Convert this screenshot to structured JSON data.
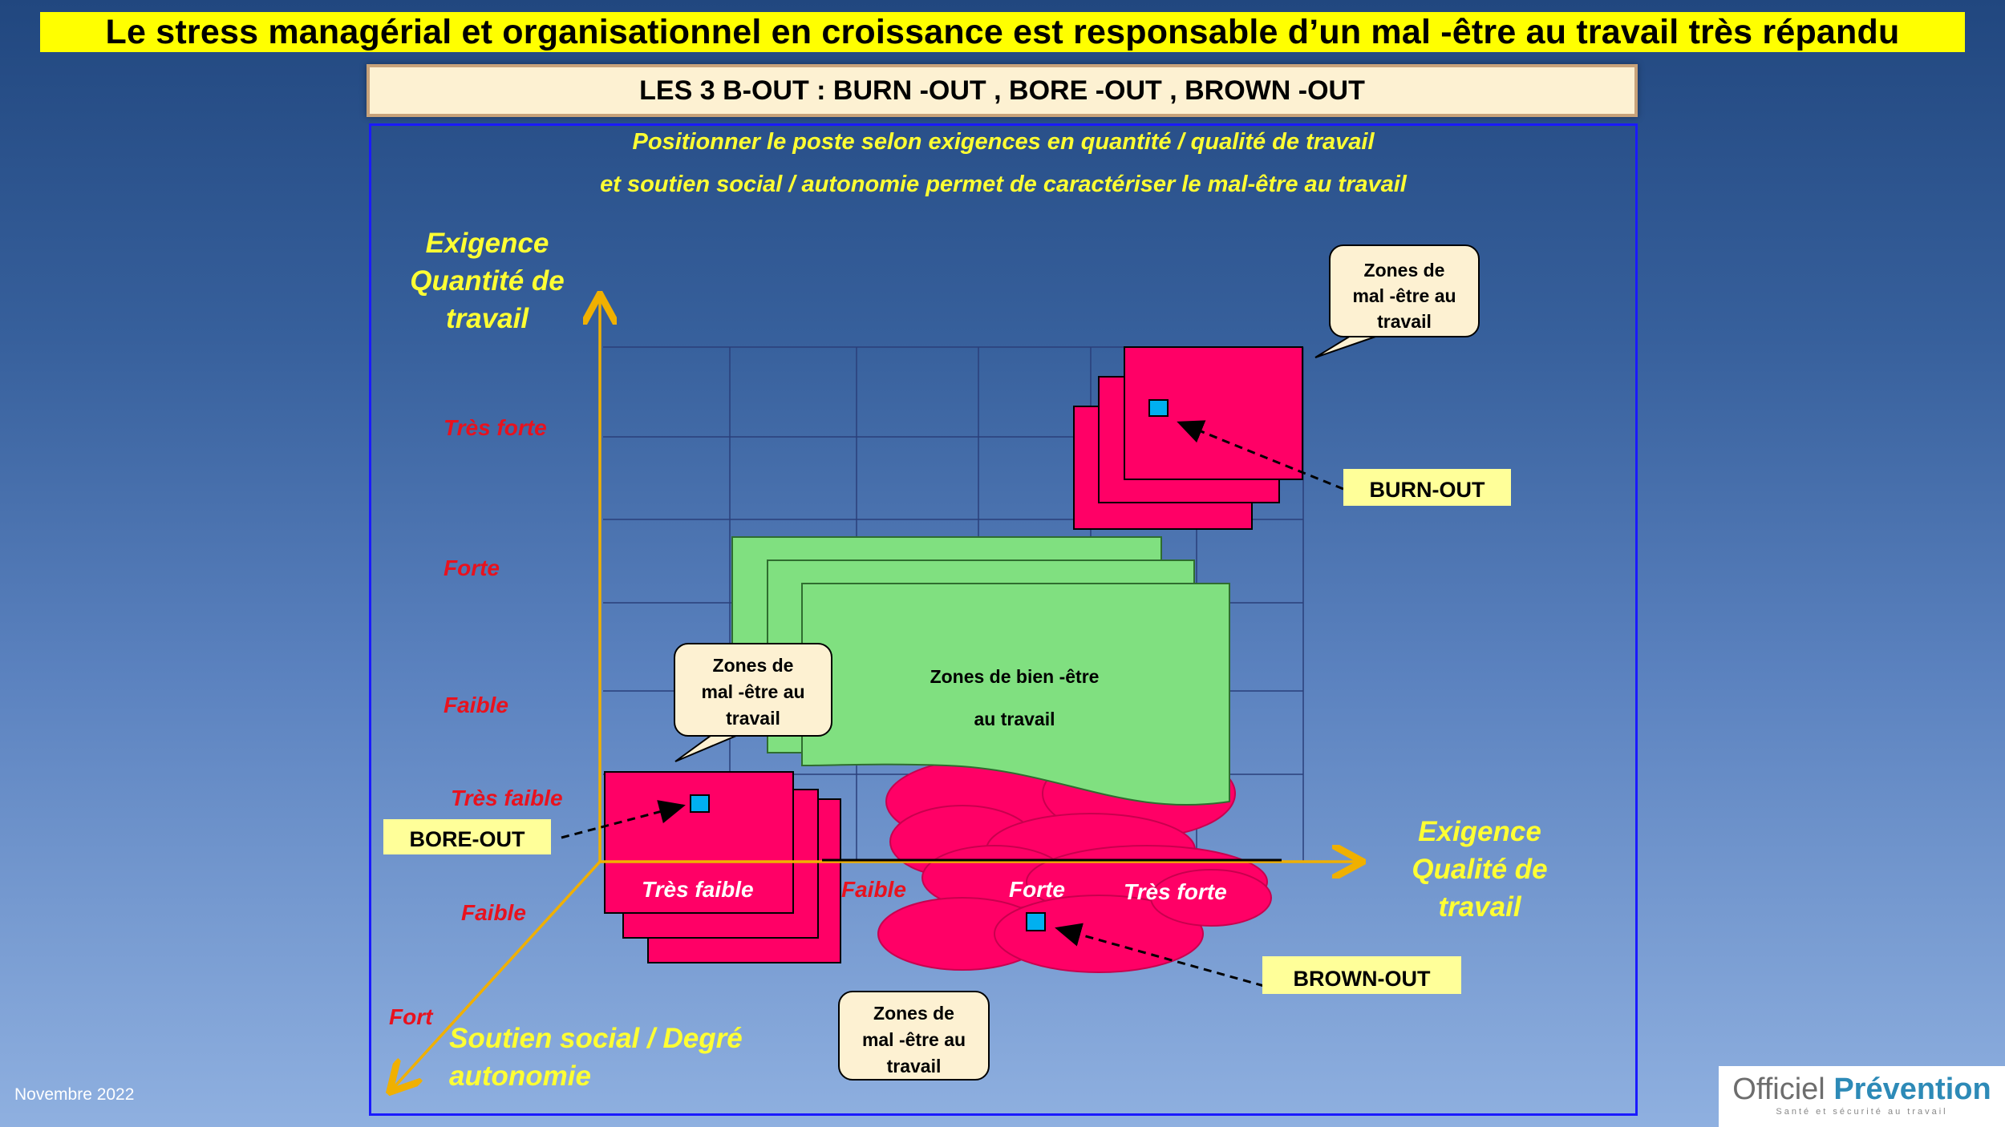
{
  "title": "Le stress managérial et organisationnel  en croissance  est responsable d’un mal -être au travail très répandu",
  "subtitle": "LES 3 B-OUT : BURN -OUT , BORE -OUT , BROWN -OUT",
  "description": {
    "line1": "Positionner le poste selon exigences en quantité / qualité de travail",
    "line2": "et soutien social / autonomie permet de caractériser le mal-être au travail"
  },
  "axes": {
    "y_title": [
      "Exigence",
      "Quantité de",
      "travail"
    ],
    "x_title": [
      "Exigence",
      "Qualité de",
      "travail"
    ],
    "z_title": [
      "Soutien social / Degré",
      "autonomie"
    ],
    "y_levels": [
      "Très forte",
      "Forte",
      "Faible",
      "Très faible"
    ],
    "x_levels": [
      "Très faible",
      "Faible",
      "Forte",
      "Très forte"
    ],
    "z_levels": [
      "Faible",
      "Fort"
    ]
  },
  "callouts": {
    "top_right": [
      "Zones de",
      "mal -être au",
      "travail"
    ],
    "middle_left": [
      "Zones de",
      "mal -être au",
      "travail"
    ],
    "bottom": [
      "Zones de",
      "mal -être au",
      "travail"
    ]
  },
  "zones": {
    "wellbeing": [
      "Zones de bien  -être",
      "au travail"
    ]
  },
  "labels": {
    "burnout": "BURN-OUT",
    "boreout": "BORE-OUT",
    "brownout": "BROWN-OUT"
  },
  "colors": {
    "malaise_zone": "#ff0066",
    "wellbeing_zone": "#80e080",
    "axis": "#f0b000",
    "marker": "#00b0f0"
  },
  "footer": {
    "date": "Novembre 2022",
    "logo_word1": "Officiel",
    "logo_word2": "Prévention",
    "logo_tagline": "Santé et sécurité au travail"
  }
}
